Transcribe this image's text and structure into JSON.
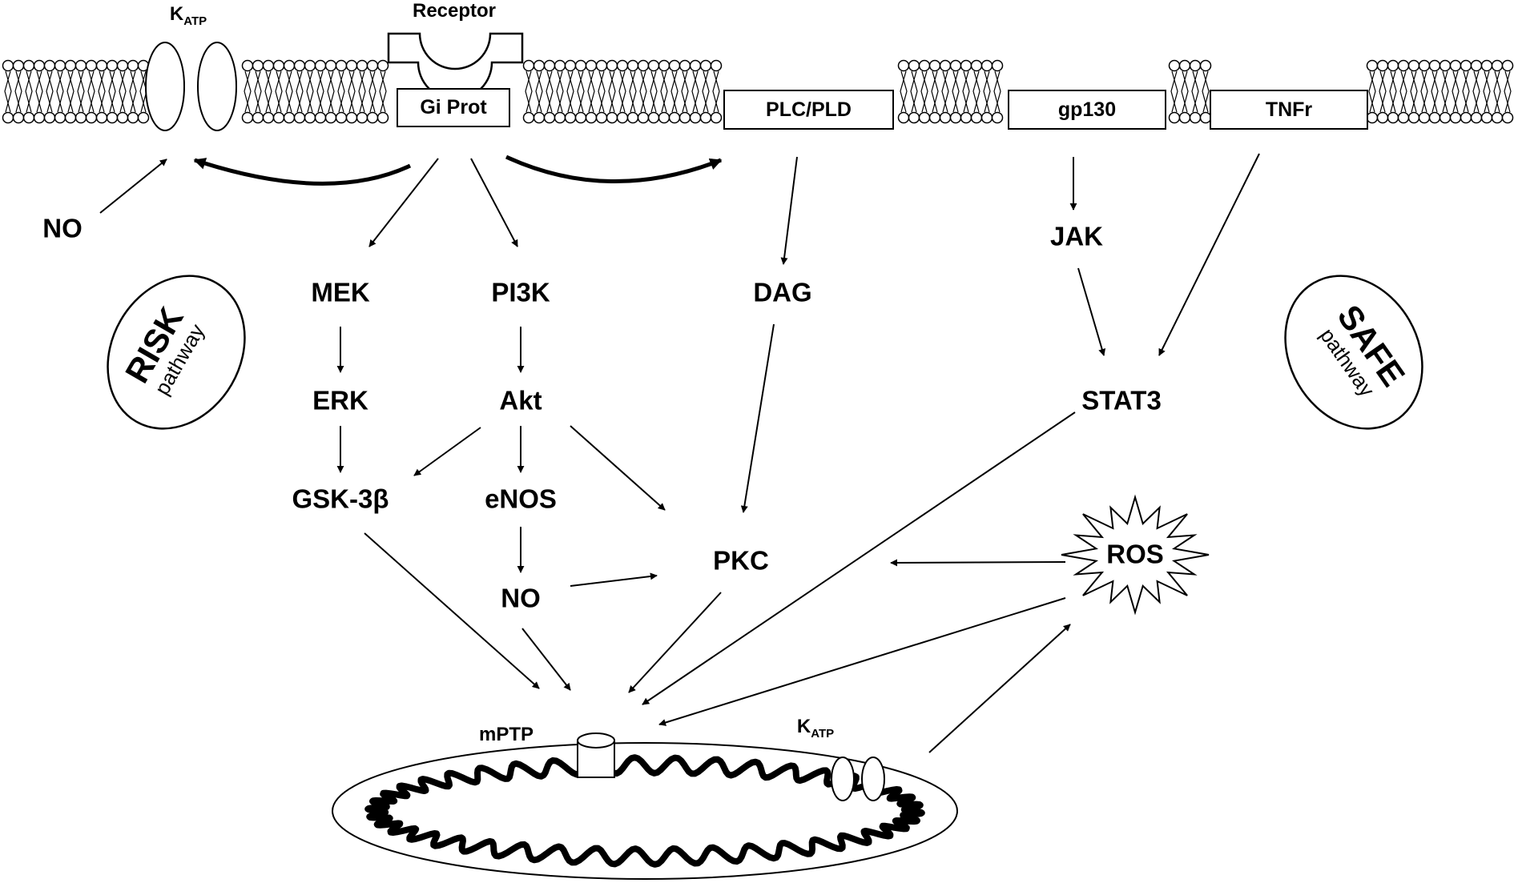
{
  "membrane": {
    "katp": {
      "main": "K",
      "sub": "ATP"
    },
    "receptor": "Receptor",
    "gi_prot": "Gi Prot",
    "plc_pld": "PLC/PLD",
    "gp130": "gp130",
    "tnfr": "TNFr"
  },
  "nodes": {
    "no_top": "NO",
    "mek": "MEK",
    "pi3k": "PI3K",
    "dag": "DAG",
    "jak": "JAK",
    "erk": "ERK",
    "akt": "Akt",
    "stat3": "STAT3",
    "gsk3b": "GSK-3β",
    "enos": "eNOS",
    "pkc": "PKC",
    "ros": "ROS",
    "no_mid": "NO"
  },
  "pathways": {
    "risk": {
      "title": "RISK",
      "subtitle": "pathway"
    },
    "safe": {
      "title": "SAFE",
      "subtitle": "pathway"
    }
  },
  "mitochondrion": {
    "mptp": "mPTP",
    "katp": {
      "main": "K",
      "sub": "ATP"
    }
  }
}
